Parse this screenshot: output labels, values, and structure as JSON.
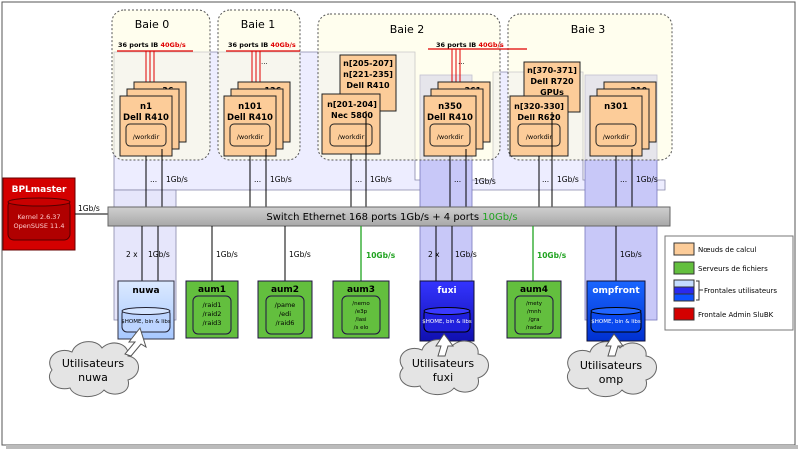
{
  "bays": {
    "b0": "Baie 0",
    "b1": "Baie 1",
    "b2": "Baie 2",
    "b3": "Baie 3"
  },
  "ib": {
    "prefix": "36 ports IB",
    "speed": "40Gb/s"
  },
  "compute": {
    "b0_back": "n36",
    "b0_name": "n1",
    "b0_model": "Dell R410",
    "b1_back": "n136",
    "b1_name": "n101",
    "b1_model": "Dell R410",
    "b2a_l1": "n[205-207]",
    "b2a_l2": "n[221-235]",
    "b2a_l3": "Dell R410",
    "b2b_name": "n[201-204]",
    "b2b_model": "Nec 5800",
    "b2c_back": "n361",
    "b2c_name": "n350",
    "b2c_model": "Dell R410",
    "b3a_l1": "n[370-371]",
    "b3a_l2": "Dell R720",
    "b3a_l3": "GPUs",
    "b3b_name": "n[320-330]",
    "b3b_model": "Dell R620",
    "b3c_back": "n310",
    "b3c_name": "n301",
    "workdir": "/workdir"
  },
  "links": {
    "dots": "...",
    "g1": "1Gb/s",
    "g10": "10Gb/s",
    "x2": "2 x"
  },
  "switch": {
    "text": "Switch Ethernet 168 ports 1Gb/s + 4 ports",
    "speed": "10Gb/s"
  },
  "bplmaster": {
    "title": "BPLmaster",
    "kernel": "Kernel 2.6.37",
    "os": "OpenSUSE 11.4"
  },
  "frontends": {
    "nuwa": "nuwa",
    "fuxi": "fuxi",
    "ompfront": "ompfront",
    "home": "$HOME, bin & libs"
  },
  "fileservers": {
    "aum1": {
      "title": "aum1",
      "l1": "/raid1",
      "l2": "/raid2",
      "l3": "/raid3"
    },
    "aum2": {
      "title": "aum2",
      "l1": "/pame",
      "l2": "/edi",
      "l3": "/raid6"
    },
    "aum3": {
      "title": "aum3",
      "l1": "/nemo",
      "l2": "/e3p",
      "l3": "/lasi",
      "l4": "/s elo"
    },
    "aum4": {
      "title": "aum4",
      "l1": "/mety",
      "l2": "/mnh",
      "l3": "/gra",
      "l4": "/radar"
    }
  },
  "users": {
    "nuwa": {
      "l1": "Utilisateurs",
      "l2": "nuwa"
    },
    "fuxi": {
      "l1": "Utilisateurs",
      "l2": "fuxi"
    },
    "omp": {
      "l1": "Utilisateurs",
      "l2": "omp"
    }
  },
  "legend": {
    "compute": "Nœuds de calcul",
    "files": "Serveurs de fichiers",
    "frontends": "Frontales utilisateurs",
    "admin": "Frontale Admin SluBK"
  },
  "colors": {
    "compute": "#fccc99",
    "fileserver": "#63bf3e",
    "nuwa": "#c4dcff",
    "fuxi": "#2a2aee",
    "ompfront": "#0e50ff",
    "admin": "#d40000",
    "ib_red": "#e00000",
    "green_link": "#21a321"
  }
}
